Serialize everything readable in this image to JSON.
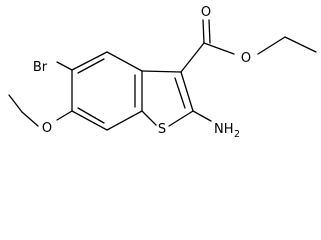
{
  "molecule": {
    "atoms": {
      "bromine": "Br",
      "ether_oxygen": "O",
      "sulfur": "S",
      "amine": "NH",
      "amine_subscript": "2",
      "carbonyl_oxygen": "O",
      "ester_oxygen": "O"
    }
  }
}
